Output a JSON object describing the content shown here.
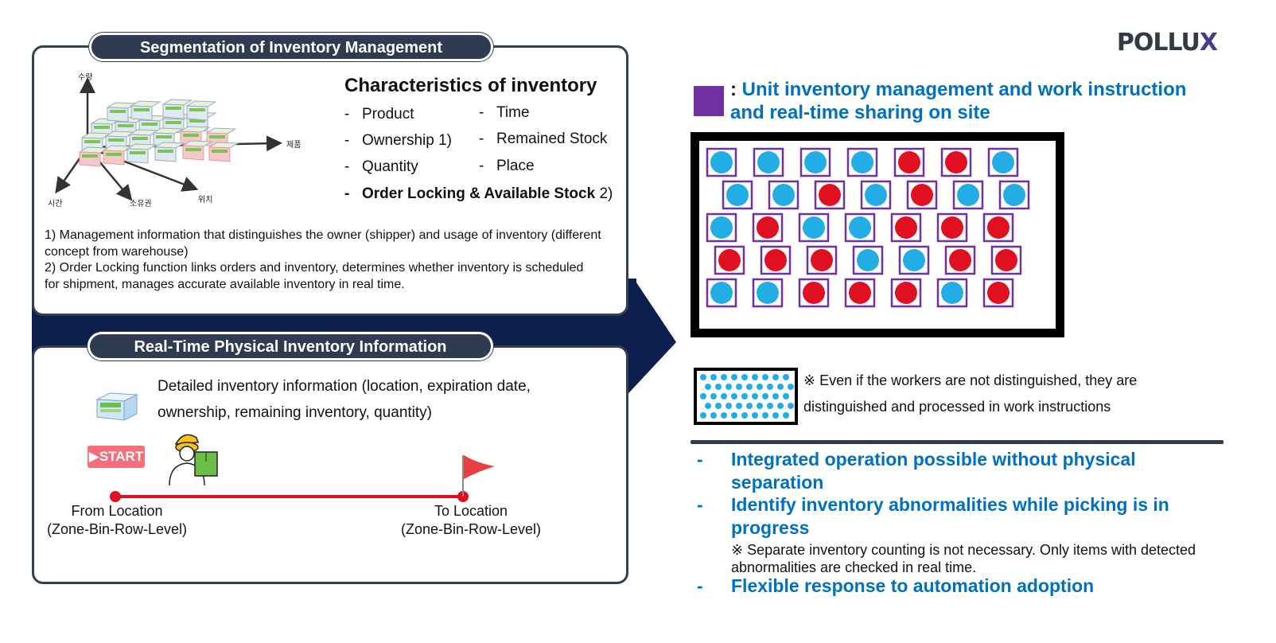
{
  "brand": {
    "logo_main": "POLLU",
    "logo_accent": "X",
    "accent_color": "#4b3a8c"
  },
  "segmentation": {
    "title": "Segmentation of Inventory Management",
    "axis_labels": {
      "up": "수량",
      "right": "제품",
      "left_down": "시간",
      "down": "소유권",
      "down_right": "위치"
    },
    "characteristics_title": "Characteristics of inventory",
    "items_left": [
      "Product",
      "Ownership 1)",
      "Quantity"
    ],
    "items_right": [
      "Time",
      "Remained Stock",
      "Place"
    ],
    "item_bold": "Order Locking & Available Stock",
    "item_bold_note": "2)",
    "footnote_1": "1) Management information that distinguishes the owner (shipper) and usage of inventory (different concept from warehouse)",
    "footnote_2": "2) Order Locking function links orders and inventory, determines whether inventory is scheduled for shipment, manages accurate available inventory in real time."
  },
  "realtime": {
    "title": "Real-Time Physical Inventory Information",
    "description": "Detailed inventory information (location, expiration date, ownership, remaining inventory, quantity)",
    "start_label": "▶START",
    "from_line1": "From Location",
    "from_line2": "(Zone-Bin-Row-Level)",
    "to_line1": "To Location",
    "to_line2": "(Zone-Bin-Row-Level)"
  },
  "right": {
    "legend_colon": ":",
    "legend_line1": "Unit inventory management and work instruction",
    "legend_line2": "and real-time sharing on site",
    "note_line1": "※ Even if the workers are not distinguished, they are",
    "note_line2": "distinguished and processed in work instructions",
    "bullet_dash": "-",
    "bullet_1_line1": "Integrated operation possible without physical",
    "bullet_1_line2": "separation",
    "bullet_2_line1": "Identify inventory abnormalities while picking is in",
    "bullet_2_line2": "progress",
    "subnote_line1": "※ Separate inventory counting is not necessary. Only items with detected",
    "subnote_line2": "abnormalities are checked in real time.",
    "bullet_3": "Flexible response to automation adoption"
  },
  "colors": {
    "blue_dot": "#22aee5",
    "red_dot": "#e01020",
    "box": "#7030a0",
    "navy": "#0d1f4e",
    "highlight_text": "#0070c0"
  },
  "grid_rows": [
    "BBBBRRB",
    "BBRBRBB",
    "BRBBRRR",
    "RRRBBRR",
    "BBRRRBR"
  ]
}
